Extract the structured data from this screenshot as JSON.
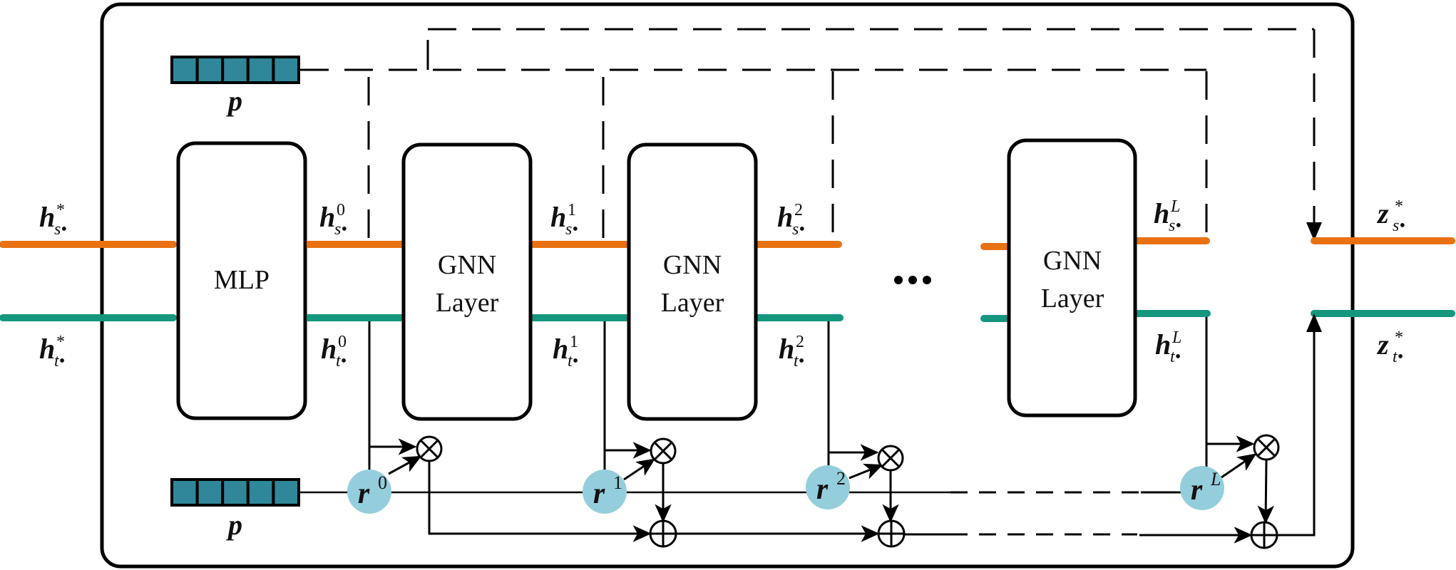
{
  "figure": {
    "colors": {
      "source_stream": "#e87212",
      "target_stream": "#15967e",
      "prompt_cell": "#2f8799",
      "relation_node": "#94cedc",
      "stroke": "#000000"
    },
    "blocks": {
      "mlp": {
        "label": "MLP"
      },
      "gnn_layers": [
        {
          "line1": "GNN",
          "line2": "Layer"
        },
        {
          "line1": "GNN",
          "line2": "Layer"
        },
        {
          "line1": "GNN",
          "line2": "Layer"
        }
      ],
      "ellipsis": "•••"
    },
    "prompt_vectors": {
      "top": {
        "label": "p",
        "cells": 5
      },
      "bottom": {
        "label": "p",
        "cells": 5
      }
    },
    "inputs": {
      "source": {
        "main": "h",
        "sub": "s•",
        "sup": "*"
      },
      "target": {
        "main": "h",
        "sub": "t•",
        "sup": "*"
      }
    },
    "hidden_states": [
      {
        "s": {
          "main": "h",
          "sub": "s•",
          "sup": "0"
        },
        "t": {
          "main": "h",
          "sub": "t•",
          "sup": "0"
        }
      },
      {
        "s": {
          "main": "h",
          "sub": "s•",
          "sup": "1"
        },
        "t": {
          "main": "h",
          "sub": "t•",
          "sup": "1"
        }
      },
      {
        "s": {
          "main": "h",
          "sub": "s•",
          "sup": "2"
        },
        "t": {
          "main": "h",
          "sub": "t•",
          "sup": "2"
        }
      },
      {
        "s": {
          "main": "h",
          "sub": "s•",
          "sup": "L"
        },
        "t": {
          "main": "h",
          "sub": "t•",
          "sup": "L"
        }
      }
    ],
    "relation_nodes": [
      {
        "main": "r",
        "sup": "0"
      },
      {
        "main": "r",
        "sup": "1"
      },
      {
        "main": "r",
        "sup": "2"
      },
      {
        "main": "r",
        "sup": "L"
      }
    ],
    "operators": {
      "multiply": "⊗",
      "add": "⊕"
    },
    "outputs": {
      "source": {
        "main": "z",
        "sub": "s•",
        "sup": "*"
      },
      "target": {
        "main": "z",
        "sub": "t•",
        "sup": "*"
      }
    }
  }
}
